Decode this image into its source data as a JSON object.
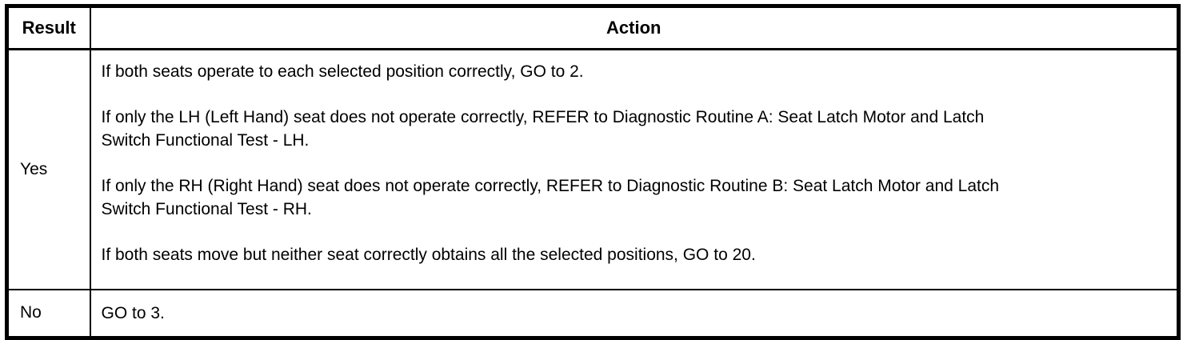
{
  "colors": {
    "border": "#000000",
    "text": "#000000",
    "background": "#ffffff"
  },
  "table": {
    "header": {
      "result": "Result",
      "action": "Action"
    },
    "rows": [
      {
        "result": "Yes",
        "paragraphs": [
          {
            "line1": "If both seats operate to each selected position correctly, GO to 2.",
            "line2": ""
          },
          {
            "line1": "If only the LH (Left Hand) seat does not operate correctly, REFER to Diagnostic Routine A: Seat Latch Motor and Latch",
            "line2": "Switch Functional Test - LH."
          },
          {
            "line1": "If only the RH (Right Hand) seat does not operate correctly, REFER to Diagnostic Routine B: Seat Latch Motor and Latch",
            "line2": "Switch Functional Test - RH."
          },
          {
            "line1": "If both seats move but neither seat correctly obtains all the selected positions, GO to 20.",
            "line2": ""
          }
        ]
      },
      {
        "result": "No",
        "paragraphs": [
          {
            "line1": "GO to 3.",
            "line2": ""
          }
        ]
      }
    ]
  }
}
